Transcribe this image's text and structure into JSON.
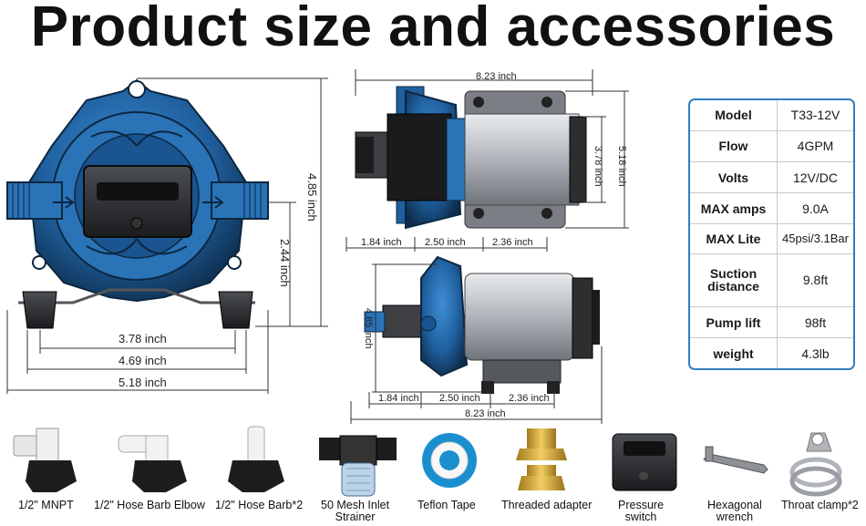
{
  "title": "Product size and accessories",
  "dimensions": {
    "front_height": "4.85 inch",
    "front_outlet_height": "2.44 inch",
    "front_width_1": "3.78 inch",
    "front_width_2": "4.69 inch",
    "front_width_3": "5.18 inch",
    "top_length": "8.23 inch",
    "top_depth_1": "3.78 inch",
    "top_depth_2": "5.18 inch",
    "top_seg_1": "1.84 inch",
    "top_seg_2": "2.50 inch",
    "top_seg_3": "2.36 inch",
    "side_height": "4.85 inch",
    "side_seg_1": "1.84 inch",
    "side_seg_2": "2.50 inch",
    "side_seg_3": "2.36 inch",
    "side_length": "8.23 inch"
  },
  "specs": [
    {
      "key": "Model",
      "value": "T33-12V"
    },
    {
      "key": "Flow",
      "value": "4GPM"
    },
    {
      "key": "Volts",
      "value": "12V/DC"
    },
    {
      "key": "MAX amps",
      "value": "9.0A"
    },
    {
      "key": "MAX Lite",
      "value": "45psi/3.1Bar"
    },
    {
      "key": "Suction distance",
      "value": "9.8ft"
    },
    {
      "key": "Pump lift",
      "value": "98ft"
    },
    {
      "key": "weight",
      "value": "4.3lb"
    }
  ],
  "accessories": [
    {
      "label": "1/2\" MNPT",
      "icon": "mnpt-fitting-icon"
    },
    {
      "label": "1/2\" Hose Barb Elbow",
      "icon": "hose-barb-elbow-icon"
    },
    {
      "label": "1/2\" Hose Barb*2",
      "icon": "hose-barb-icon"
    },
    {
      "label": "50 Mesh Inlet",
      "label2": "Strainer",
      "icon": "inlet-strainer-icon"
    },
    {
      "label": "Teflon Tape",
      "icon": "teflon-tape-icon"
    },
    {
      "label": "Threaded adapter",
      "icon": "threaded-adapter-icon"
    },
    {
      "label": "Pressure",
      "label2": "switch",
      "icon": "pressure-switch-icon"
    },
    {
      "label": "Hexagonal",
      "label2": "wrench",
      "icon": "hex-wrench-icon"
    },
    {
      "label": "Throat clamp*2",
      "icon": "throat-clamp-icon"
    }
  ],
  "colors": {
    "pump_blue": "#1f5f9e",
    "pump_dark": "#12324f",
    "motor_silver": "#b8bcc2",
    "table_border": "#2f7fc4"
  }
}
